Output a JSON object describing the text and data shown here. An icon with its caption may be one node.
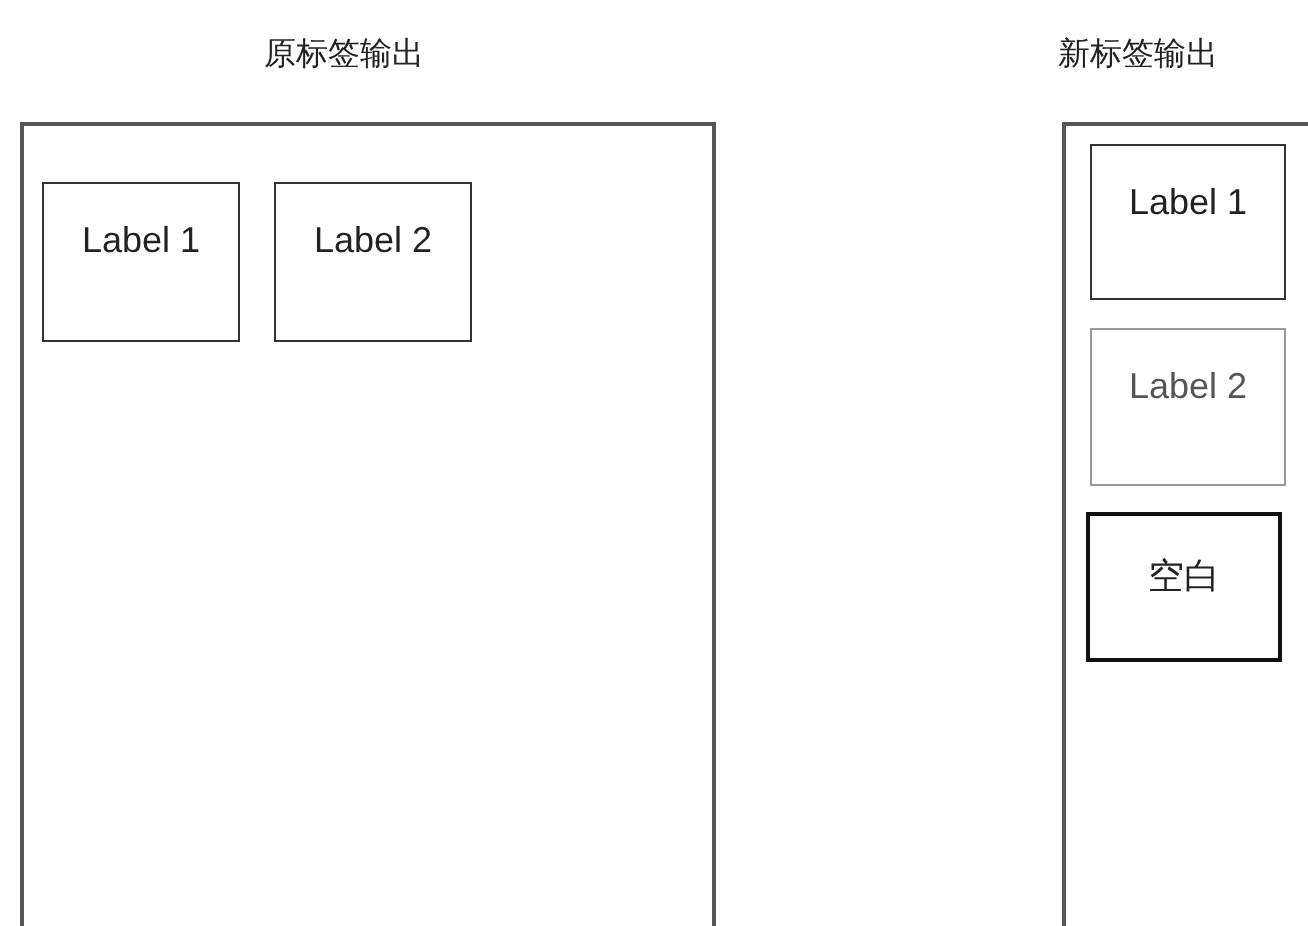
{
  "diagram": {
    "nodes": [
      {
        "text": [
          "原标签输出"
        ]
      },
      {
        "text": [
          "Label 1"
        ],
        "in": 0
      },
      {
        "text": [
          "Label 2"
        ],
        "in": 0
      },
      {
        "text": [
          "新标签输出"
        ]
      },
      {
        "text": [
          "Label 1"
        ],
        "in": 3
      },
      {
        "text": [
          "Label 2"
        ],
        "in": 3
      },
      {
        "text": [
          "空白"
        ],
        "in": 3
      }
    ]
  }
}
